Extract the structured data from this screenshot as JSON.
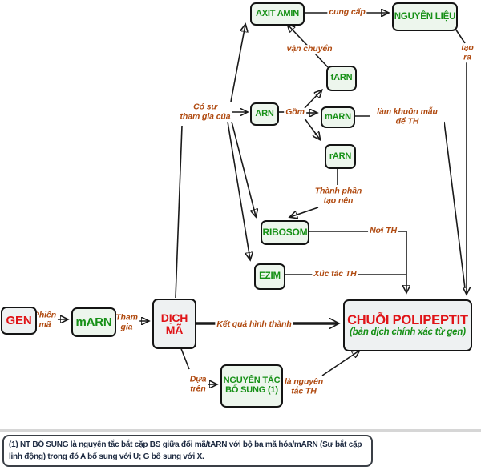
{
  "palette": {
    "green": "#169016",
    "red": "#e01317",
    "edge-label": "#b04a10",
    "line": "#1a1a1a",
    "border": "#141414",
    "node-bg-green": "#edf6ed",
    "node-bg-gray": "#eef1f2",
    "footer-text": "#1c2940"
  },
  "nodes": {
    "axit_amin": "AXIT AMIN",
    "nguyen_lieu": "NGUYÊN LIỆU",
    "tarn": "tARN",
    "arn": "ARN",
    "marn_top": "mARN",
    "rarn": "rARN",
    "ribosom": "RIBOSOM",
    "ezim": "EZIM",
    "gen": "GEN",
    "marn_main": "mARN",
    "dich_ma": "DỊCH\nMÃ",
    "chuoi_title": "CHUỖI POLIPEPTIT",
    "chuoi_sub": "(bản dịch chính xác từ gen)",
    "ntbs": "NGUYÊN TẮC\nBỔ SUNG (1)"
  },
  "edge_labels": {
    "cung_cap": "cung cấp",
    "van_chuyen": "vận chuyển",
    "tao_ra": "tạo ra",
    "co_su": "Có sự\ntham gia của",
    "gom": "Gồm",
    "lam_khuon": "làm khuôn mẫu để TH",
    "thanh_phan": "Thành phần\ntạo nên",
    "noi_th": "Nơi TH",
    "xuc_tac": "Xúc tác TH",
    "phien_ma": "Phiên\nmã",
    "tham_gia": "Tham\ngia",
    "ket_qua": "Kết quả hình thành",
    "dua_tren": "Dựa\ntrên",
    "la_nguyen_tac": "là nguyên\ntắc TH"
  },
  "footer": {
    "note": "(1) NT BỔ SUNG là nguyên tắc bắt cặp BS giữa đối mã/tARN với bộ ba mã hóa/mARN (Sự bắt cặp linh động) trong đó A bổ sung với U; G bổ sung với X."
  }
}
